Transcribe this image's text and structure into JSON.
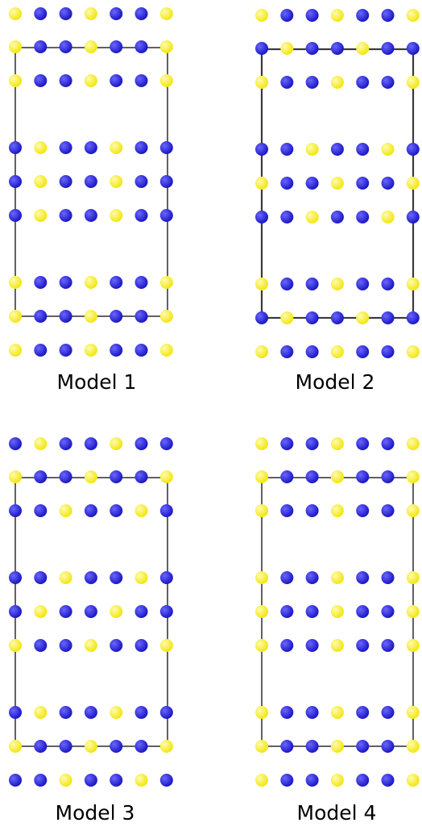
{
  "colors": {
    "background": "#ffffff",
    "atom_a": "#f2e70f",
    "atom_b": "#1c18c4",
    "cell_frame": "#3a3a3a"
  },
  "legend_of_codes": {
    "Y": "yellow atom",
    "B": "blue atom"
  },
  "models": [
    {
      "label": "Model 1",
      "rows": [
        "YBBYBBY",
        "YBBYBBY",
        "YBBYBBY",
        "BYBBYBB",
        "BYBBYBB",
        "BYBBYBB",
        "YBBYBBY",
        "YBBYBBY",
        "YBBYBBY"
      ]
    },
    {
      "label": "Model 2",
      "rows": [
        "YBBYBBY",
        "BYBBYBB",
        "YBBYBBY",
        "BBYBBYB",
        "YBBYBBY",
        "BBYBBYB",
        "YBBYBBY",
        "BYBBYBB",
        "YBBYBBY"
      ]
    },
    {
      "label": "Model 3",
      "rows": [
        "BYBBYBB",
        "YBBYBBY",
        "BBYBBYB",
        "BBYBBYB",
        "BYBBYBB",
        "YBBYBBY",
        "BYBBYBB",
        "YBBYBBY",
        "BBYBBYB"
      ]
    },
    {
      "label": "Model 4",
      "rows": [
        "YBBYBBY",
        "YBBYBBY",
        "YBBYBBY",
        "YBBYBBY",
        "YBBYBBY",
        "YBBYBBY",
        "YBBYBBY",
        "YBBYBBY",
        "YBBYBBY"
      ]
    }
  ]
}
